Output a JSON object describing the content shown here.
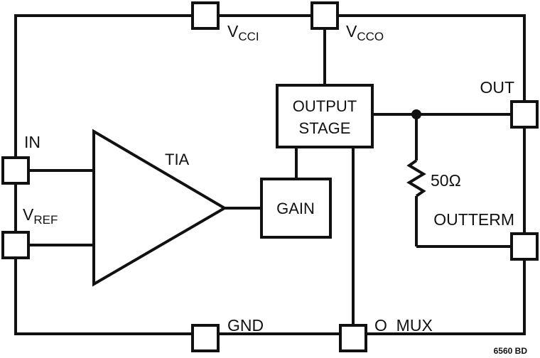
{
  "colors": {
    "line": "#111111",
    "background": "#ffffff"
  },
  "pins": {
    "vcci": {
      "main": "V",
      "sub": "CCI"
    },
    "vcco": {
      "main": "V",
      "sub": "CCO"
    },
    "in": "IN",
    "vref": {
      "main": "V",
      "sub": "REF"
    },
    "out": "OUT",
    "outterm": "OUTTERM",
    "gnd": "GND",
    "o_mux": "O_MUX"
  },
  "blocks": {
    "tia": "TIA",
    "gain": "GAIN",
    "output_stage": {
      "line1": "OUTPUT",
      "line2": "STAGE"
    },
    "resistor": "50Ω"
  },
  "figure_id": "6560 BD"
}
